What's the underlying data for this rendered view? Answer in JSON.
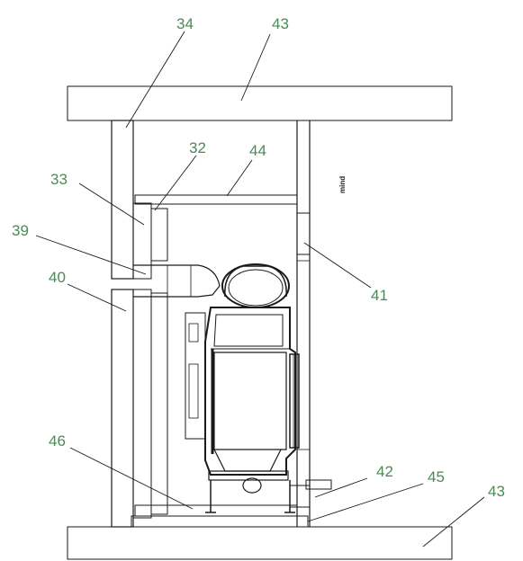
{
  "labels": {
    "n34": "34",
    "n43_top": "43",
    "n32": "32",
    "n44": "44",
    "n33": "33",
    "n39": "39",
    "n40": "40",
    "n41": "41",
    "n46": "46",
    "n42": "42",
    "n45": "45",
    "n43_bottom": "43",
    "mind": "mind"
  },
  "colors": {
    "callout": "#4a8a55",
    "line": "#1a1a1a",
    "hatch": "#333333",
    "white": "#ffffff"
  }
}
